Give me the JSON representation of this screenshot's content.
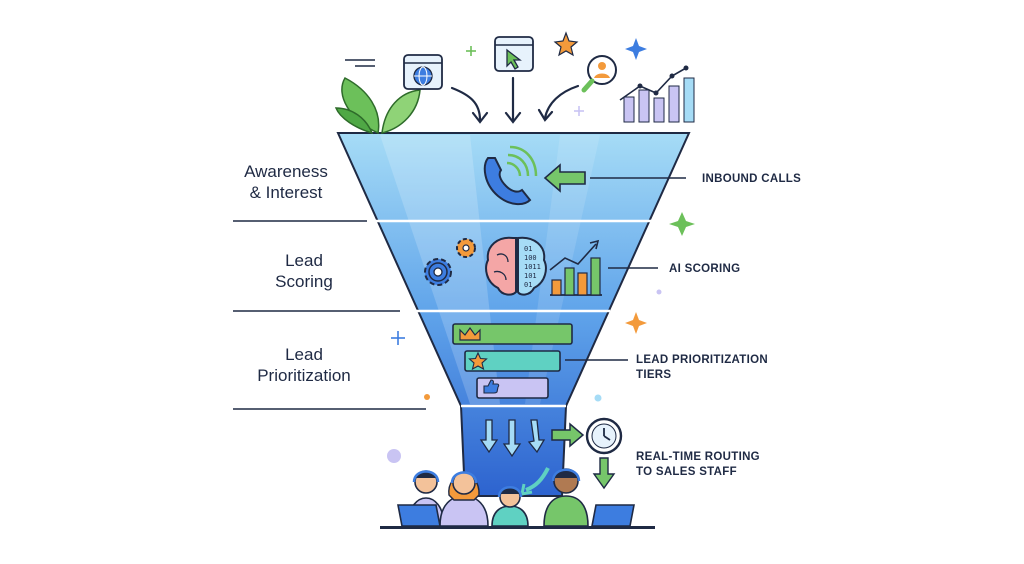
{
  "stages": [
    {
      "name": "stage-awareness",
      "lines": [
        "Awareness",
        "& Interest"
      ]
    },
    {
      "name": "stage-lead-scoring",
      "lines": [
        "Lead",
        "Scoring"
      ]
    },
    {
      "name": "stage-lead-prioritization",
      "lines": [
        "Lead",
        "Prioritization"
      ]
    }
  ],
  "callouts": [
    {
      "name": "callout-inbound-calls",
      "lines": [
        "INBOUND CALLS"
      ]
    },
    {
      "name": "callout-ai-scoring",
      "lines": [
        "AI SCORING"
      ]
    },
    {
      "name": "callout-prioritization-tiers",
      "lines": [
        "LEAD PRIORITIZATION",
        "TIERS"
      ]
    },
    {
      "name": "callout-routing",
      "lines": [
        "REAL-TIME ROUTING",
        "TO SALES STAFF"
      ]
    }
  ],
  "binary_digits": [
    "01",
    "100",
    "1011",
    "101",
    "01"
  ],
  "icons": [
    "browser-globe-icon",
    "browser-cursor-icon",
    "user-search-icon",
    "growth-chart-icon",
    "plant-icon",
    "phone-icon",
    "gear-icon",
    "brain-icon",
    "bar-chart-icon",
    "crown-icon",
    "star-icon",
    "thumbs-up-icon",
    "clock-icon",
    "headset-agent-icon",
    "laptop-icon"
  ],
  "colors": {
    "funnel_top": "#8fd0f3",
    "funnel_bottom": "#2f6fd6",
    "outline": "#1f2a44",
    "green": "#76c66a",
    "teal": "#5fd1c2",
    "lavender": "#c9c4f3",
    "orange": "#f39a3b"
  }
}
